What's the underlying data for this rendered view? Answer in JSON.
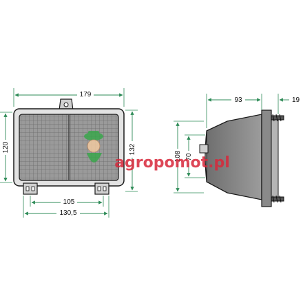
{
  "drawing": {
    "front_view": {
      "dims": {
        "width_total": "179",
        "height_left": "120",
        "height_right": "132",
        "bottom_inner": "105",
        "bottom_outer": "130,5"
      }
    },
    "side_view": {
      "dims": {
        "depth": "93",
        "flange": "19",
        "height_outer": "108",
        "height_inner": "70"
      }
    },
    "colors": {
      "dimension_line": "#2e8b57",
      "outline": "#1a1a1a",
      "fill_gray": "#7a7a7a"
    }
  },
  "watermark": {
    "text": "agropomot.pl",
    "text_color": "#d8283a",
    "dot_color": "#3aa64c"
  }
}
